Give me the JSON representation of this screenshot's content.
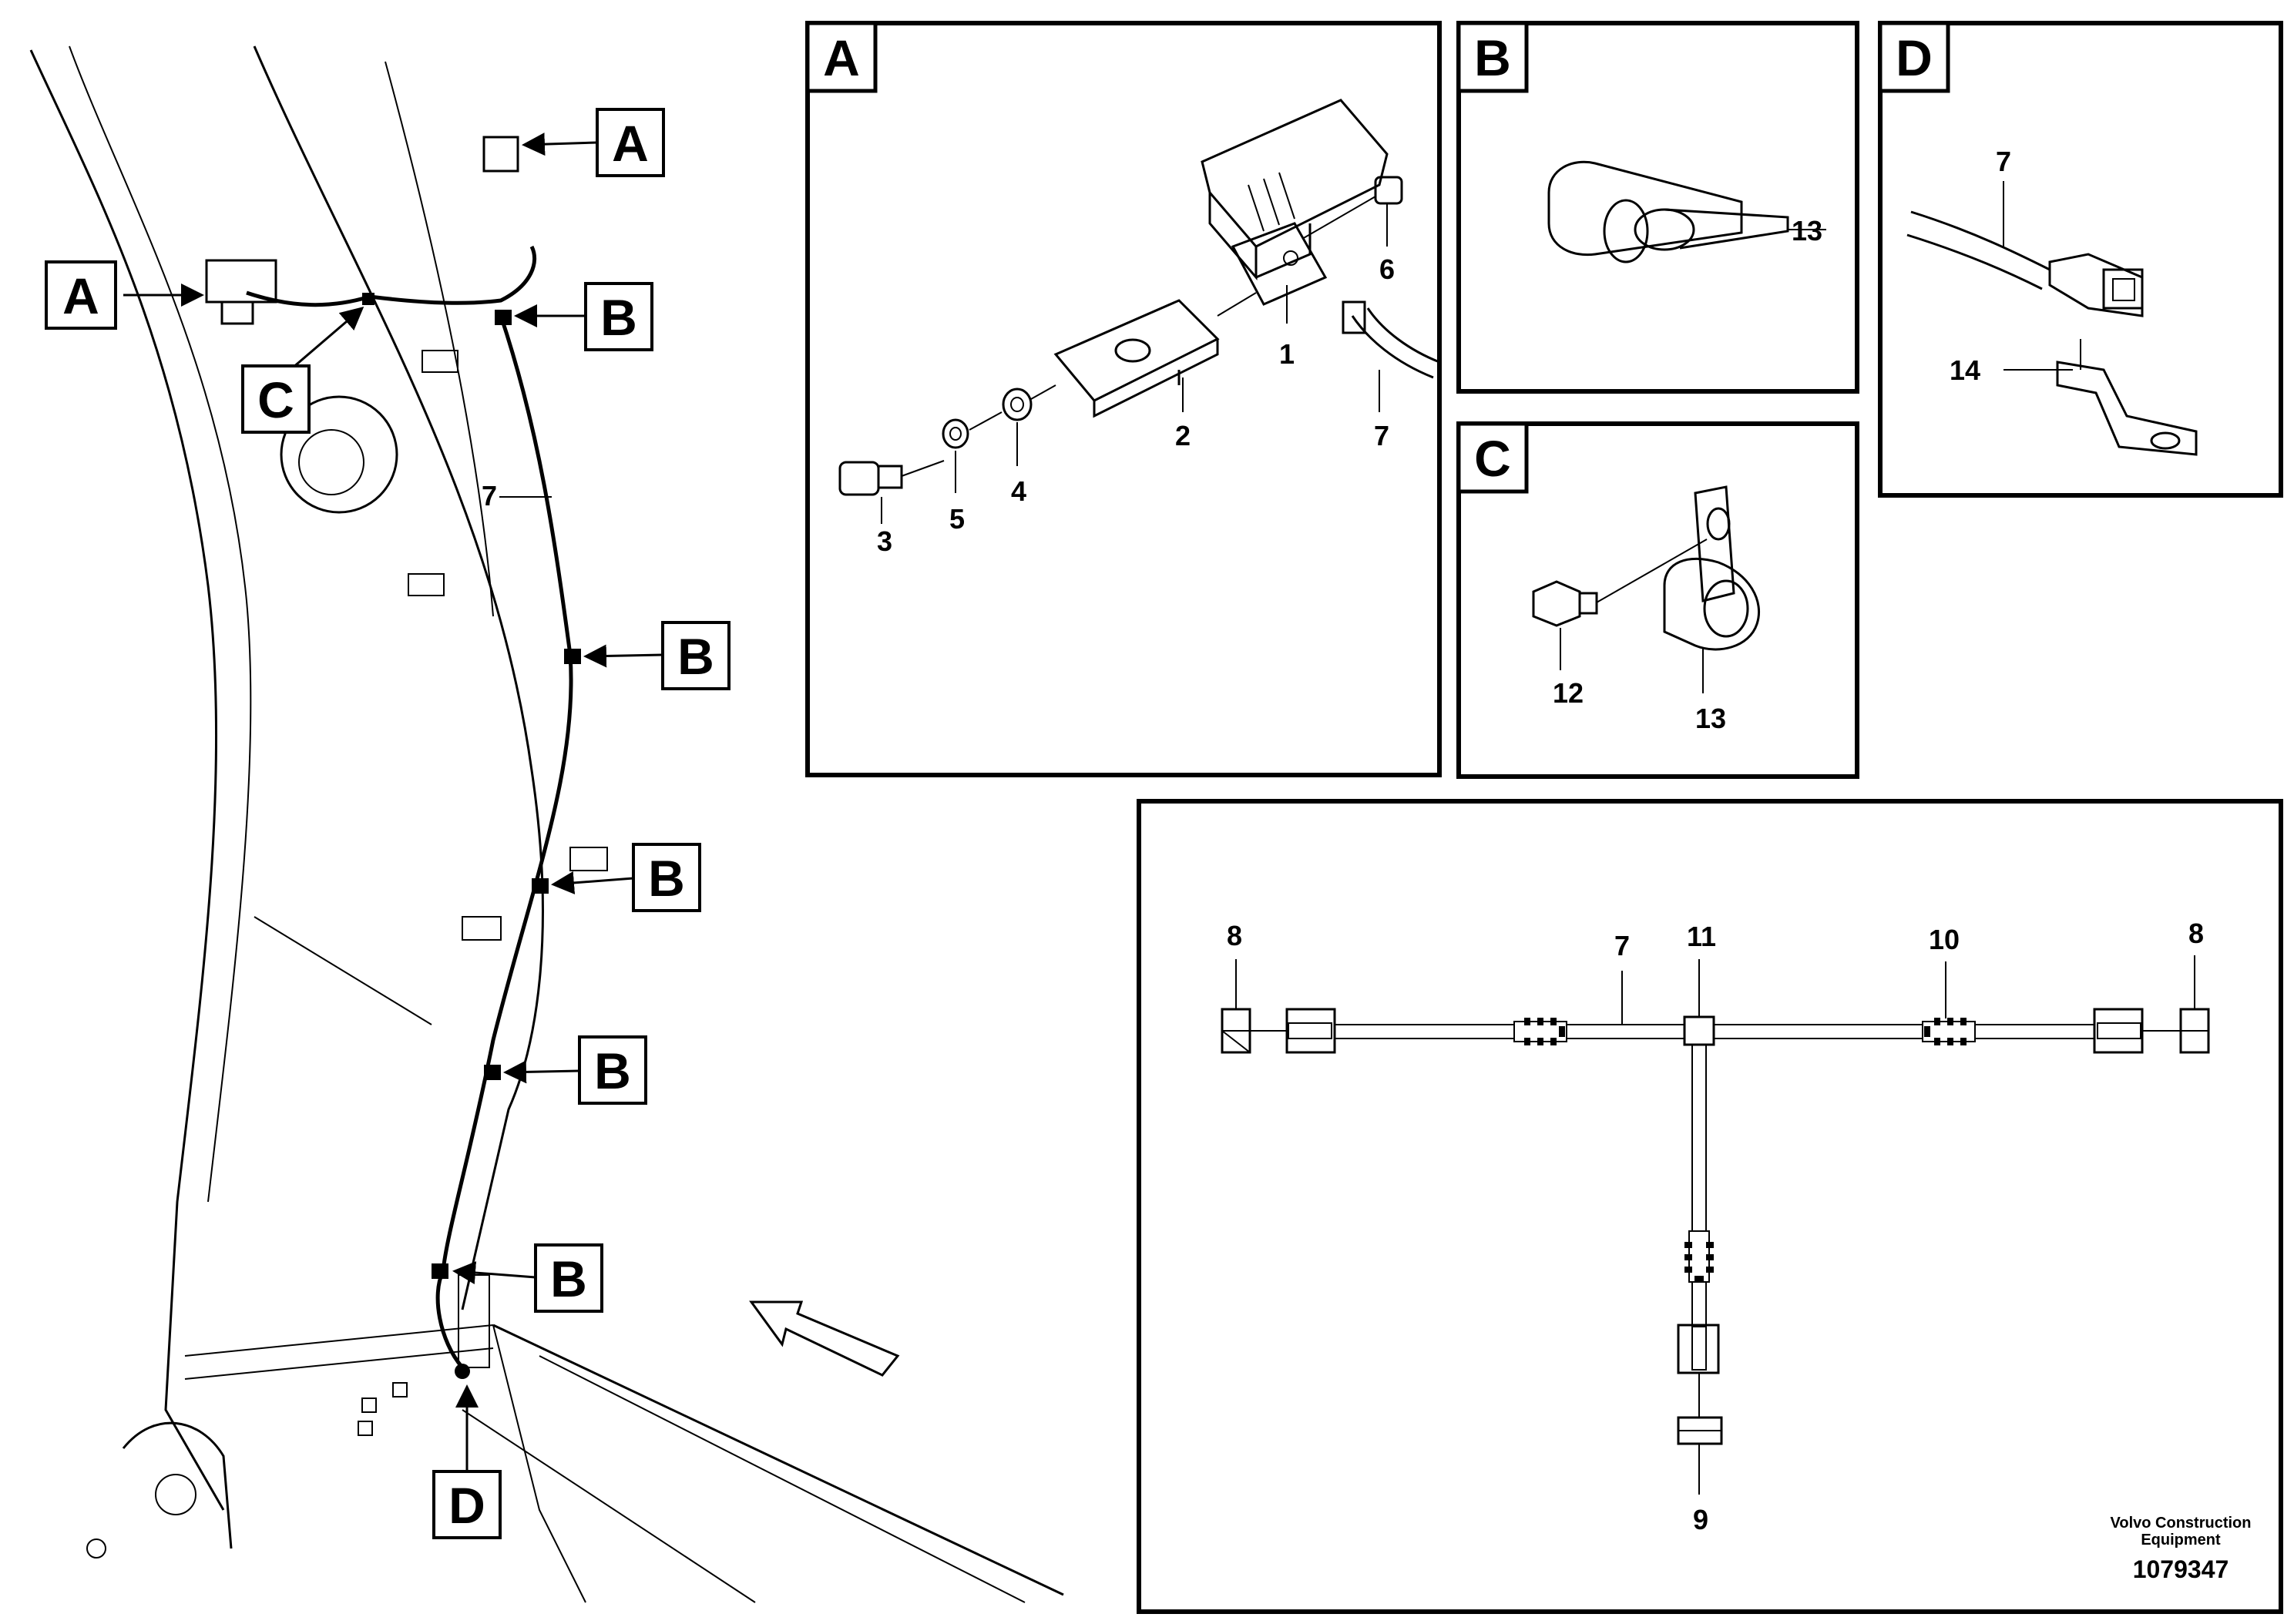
{
  "callouts": {
    "a": "A",
    "b": "B",
    "c": "C",
    "d": "D"
  },
  "parts": {
    "p1": "1",
    "p2": "2",
    "p3": "3",
    "p4": "4",
    "p5": "5",
    "p6": "6",
    "p7": "7",
    "p8": "8",
    "p9": "9",
    "p10": "10",
    "p11": "11",
    "p12": "12",
    "p13": "13",
    "p14": "14"
  },
  "footer": {
    "brand_line1": "Volvo Construction",
    "brand_line2": "Equipment",
    "drawing_number": "1079347"
  }
}
